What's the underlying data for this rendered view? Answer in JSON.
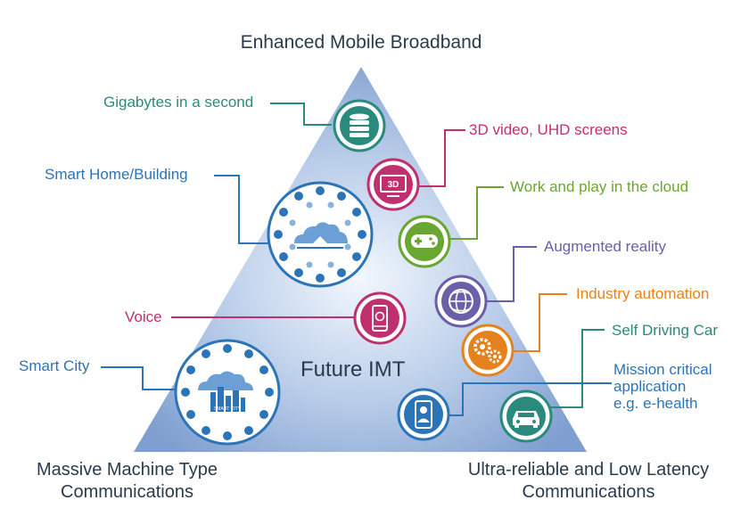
{
  "diagram": {
    "top_label": "Enhanced Mobile Broadband",
    "center_label": "Future IMT",
    "bottom_left": [
      "Massive Machine Type",
      "Communications"
    ],
    "bottom_right": [
      "Ultra-reliable and Low Latency",
      "Communications"
    ]
  },
  "features": {
    "gigabytes": {
      "label": "Gigabytes in a second",
      "icon": "database-icon",
      "color": "#2a8a7c"
    },
    "video3d": {
      "label": "3D video, UHD screens",
      "icon": "3d-screen-icon",
      "color": "#c0306e",
      "icon_text": "3D"
    },
    "cloud_play": {
      "label": "Work and play in the cloud",
      "icon": "gamepad-icon",
      "color": "#6aa632"
    },
    "smart_home": {
      "label": "Smart Home/Building",
      "icon": "smart-home-cluster-icon",
      "color": "#2c74b8"
    },
    "augmented": {
      "label": "Augmented reality",
      "icon": "globe-icon",
      "color": "#6a5fa8"
    },
    "industry": {
      "label": "Industry automation",
      "icon": "gears-icon",
      "color": "#e5821e"
    },
    "voice": {
      "label": "Voice",
      "icon": "smartphone-icon",
      "color": "#c0306e"
    },
    "self_driving": {
      "label": "Self Driving Car",
      "icon": "car-icon",
      "color": "#2a8a7c"
    },
    "smart_city": {
      "label": "Smart City",
      "icon": "smart-city-cluster-icon",
      "color": "#2c74b8",
      "icon_text": "SMART CITY"
    },
    "mission": {
      "label": [
        "Mission critical",
        "application",
        "e.g. e-health"
      ],
      "icon": "doctor-phone-icon",
      "color": "#2c74b8"
    }
  }
}
